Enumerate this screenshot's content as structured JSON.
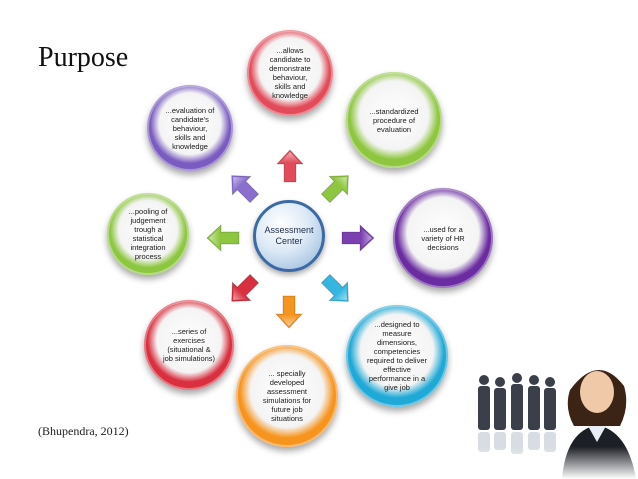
{
  "slide": {
    "title": "Purpose",
    "citation": "(Bhupendra, 2012)"
  },
  "center": {
    "line1": "Assessment",
    "line2": "Center"
  },
  "bubbles": [
    {
      "text": "...allows candidate to demonstrate behaviour, skills and knowledge",
      "color": "#e24b5a"
    },
    {
      "text": "...standardized procedure of evaluation",
      "color": "#8ec63f"
    },
    {
      "text": "...used for a variety of HR decisions",
      "color": "#6a2ca0"
    },
    {
      "text": "...designed to measure dimensions, competencies required to deliver effective performance in a give job",
      "color": "#1fa9d6"
    },
    {
      "text": "... specially developed assessment simulations for future job situations",
      "color": "#f7941d"
    },
    {
      "text": "...series of exercises (situational & job simulations)",
      "color": "#d92f3e"
    },
    {
      "text": "...pooling of judgement trough a statistical integration process",
      "color": "#8dc63f"
    },
    {
      "text": "...evaluation of candidate's behaviour, skills and knowledge",
      "color": "#7a5cc0"
    }
  ],
  "arrows": [
    {
      "dir": "up",
      "color": "#e24b5a"
    },
    {
      "dir": "up-right",
      "color": "#8ec63f"
    },
    {
      "dir": "right",
      "color": "#7b3fb0"
    },
    {
      "dir": "down-right",
      "color": "#35b6e0"
    },
    {
      "dir": "down",
      "color": "#f7941d"
    },
    {
      "dir": "down-left",
      "color": "#d92f3e"
    },
    {
      "dir": "left",
      "color": "#8dc63f"
    },
    {
      "dir": "up-left",
      "color": "#8a6fcf"
    }
  ],
  "icons": {
    "people": "business-people-photo"
  }
}
